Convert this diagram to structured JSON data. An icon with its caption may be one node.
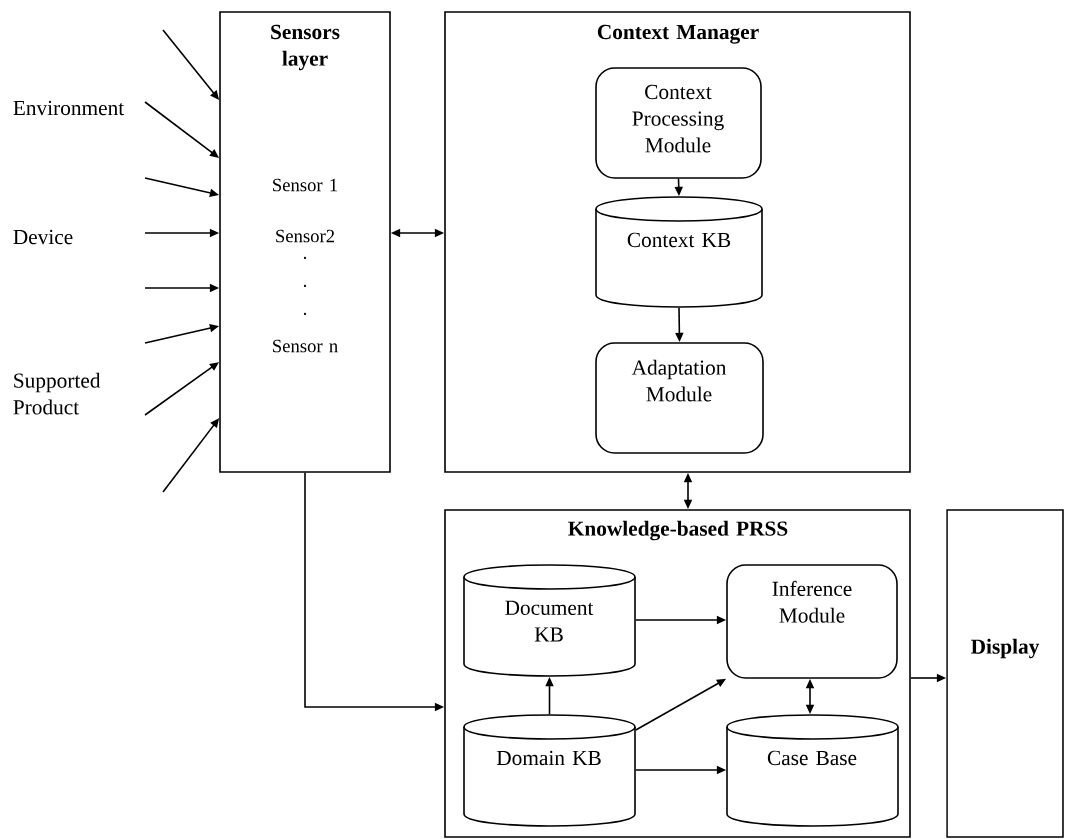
{
  "diagram": {
    "nodes": [
      {
        "text": [
          "Sensors layer",
          "Sensor 1",
          "Sensor2",
          ".",
          ".",
          ".",
          "Sensor n"
        ]
      },
      {
        "text": [
          "Context Manager"
        ]
      },
      {
        "text": [
          "Context Processing Module"
        ],
        "in": 1
      },
      {
        "text": [
          "Context KB"
        ],
        "in": 1
      },
      {
        "text": [
          "Adaptation Module"
        ],
        "in": 1
      },
      {
        "text": [
          "Knowledge-based PRSS"
        ]
      },
      {
        "text": [
          "Document KB"
        ],
        "in": 5
      },
      {
        "text": [
          "Inference Module"
        ],
        "in": 5
      },
      {
        "text": [
          "Domain KB"
        ],
        "in": 5
      },
      {
        "text": [
          "Case Base"
        ],
        "in": 5
      },
      {
        "text": [
          "Display"
        ]
      }
    ],
    "edges": [
      {
        "from": null,
        "to": 0,
        "arrow": "to"
      },
      {
        "from": null,
        "to": 0,
        "arrow": "to"
      },
      {
        "from": null,
        "to": 0,
        "arrow": "to"
      },
      {
        "from": null,
        "to": 0,
        "arrow": "to"
      },
      {
        "from": null,
        "to": 0,
        "arrow": "to"
      },
      {
        "from": null,
        "to": 0,
        "arrow": "to"
      },
      {
        "from": null,
        "to": 0,
        "arrow": "to"
      },
      {
        "from": null,
        "to": 0,
        "arrow": "to"
      },
      {
        "from": 0,
        "to": 1,
        "arrow": "both"
      },
      {
        "from": 1,
        "to": 5,
        "arrow": "both"
      },
      {
        "from": 0,
        "to": 5,
        "arrow": "to"
      },
      {
        "from": 2,
        "to": 3,
        "arrow": "to"
      },
      {
        "from": 3,
        "to": 4,
        "arrow": "to"
      },
      {
        "from": 6,
        "to": 7,
        "arrow": "to"
      },
      {
        "from": 8,
        "to": 6,
        "arrow": "to"
      },
      {
        "from": 8,
        "to": 7,
        "arrow": "to"
      },
      {
        "from": 8,
        "to": 9,
        "arrow": "to"
      },
      {
        "from": 7,
        "to": 9,
        "arrow": "both"
      },
      {
        "from": 5,
        "to": 10,
        "arrow": "to"
      }
    ],
    "labels": [
      "Environment",
      "Device",
      "Supported Product"
    ]
  }
}
